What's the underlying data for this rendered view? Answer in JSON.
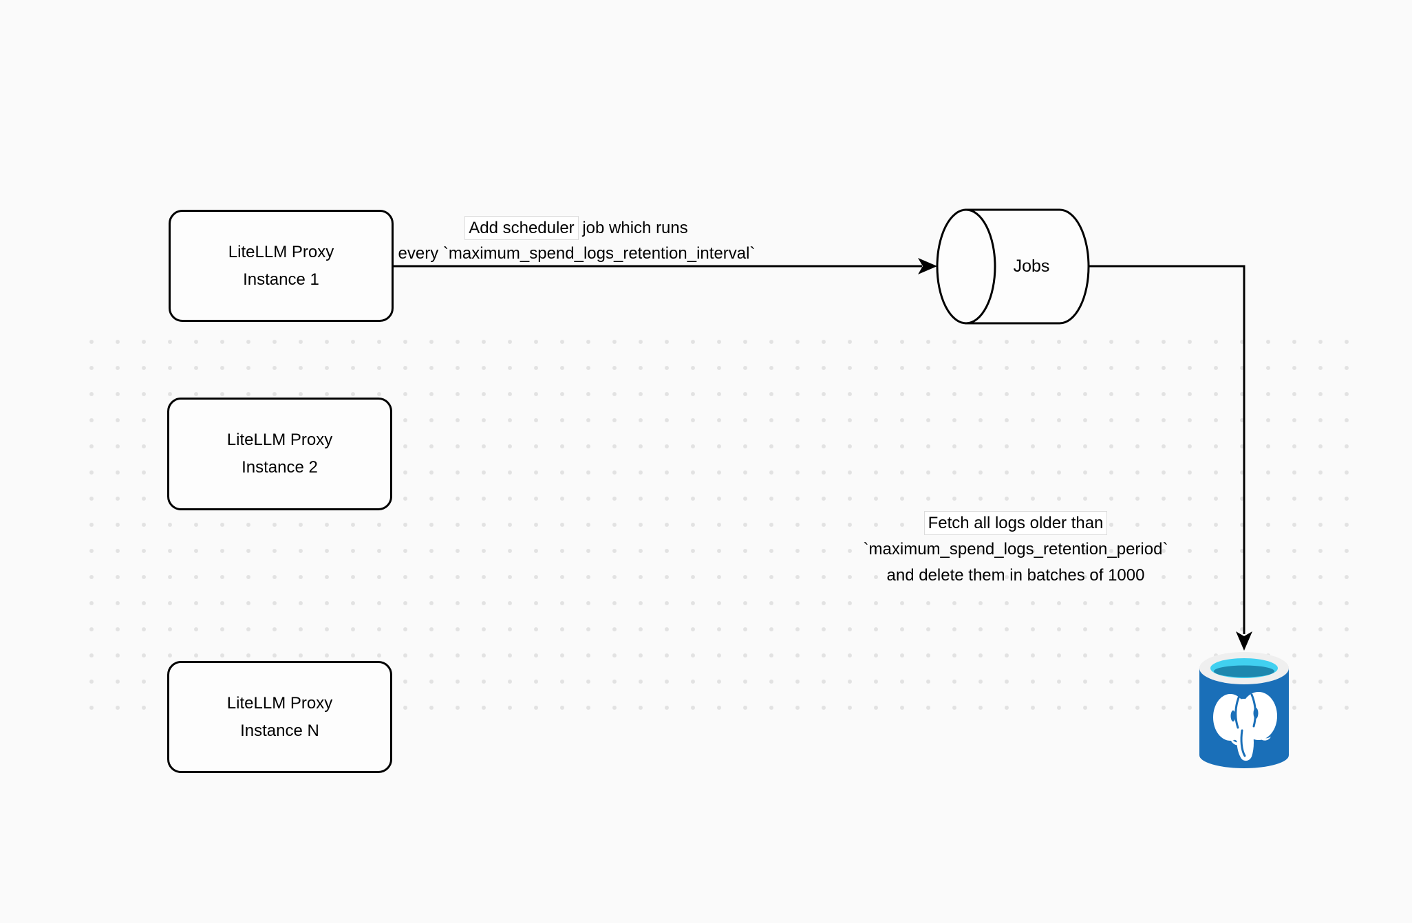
{
  "diagram": {
    "nodes": {
      "proxy1": {
        "line1": "LiteLLM Proxy",
        "line2": "Instance 1"
      },
      "proxy2": {
        "line1": "LiteLLM Proxy",
        "line2": "Instance 2"
      },
      "proxyN": {
        "line1": "LiteLLM Proxy",
        "line2": "Instance N"
      },
      "jobs": {
        "label": "Jobs"
      },
      "postgres": {
        "icon": "postgresql-database"
      }
    },
    "edge_labels": {
      "scheduler": {
        "boxed": "Add scheduler",
        "rest": " job which runs",
        "line2": "every `maximum_spend_logs_retention_interval`"
      },
      "fetch": {
        "boxed": "Fetch all logs older than",
        "line2": "`maximum_spend_logs_retention_period`",
        "line3": "and delete them in batches of 1000"
      }
    },
    "colors": {
      "background": "#fafafa",
      "dot": "#e2e2e2",
      "stroke": "#000000",
      "node_fill": "#fdfdfd",
      "label_box_bg": "#ffffff",
      "label_box_border": "#dcdcdc",
      "pg_body": "#1a6fb8",
      "pg_rim": "#efefef",
      "pg_water_light": "#41d0f0",
      "pg_water_dark": "#1d87ae",
      "pg_elephant": "#ffffff"
    }
  }
}
